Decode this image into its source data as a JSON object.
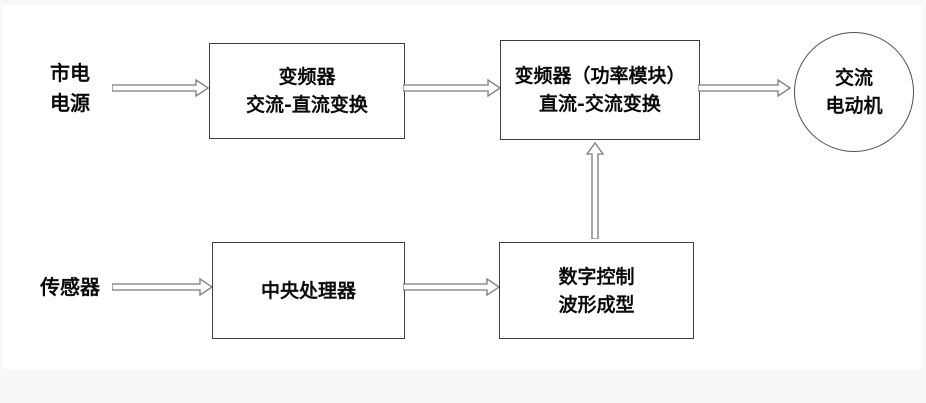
{
  "colors": {
    "page_bg": "#f8f8f8",
    "canvas_bg": "#ffffff",
    "box_border": "#3f3f3f",
    "arrow_outline": "#7a7a7a",
    "text": "#0a0a0a"
  },
  "diagram": {
    "nodes": {
      "mains_label": {
        "lines": [
          "市电",
          "电源"
        ]
      },
      "rectifier_box": {
        "lines": [
          "变频器",
          "交流-直流变换"
        ]
      },
      "inverter_box": {
        "lines": [
          "变频器（功率模块）",
          "直流-交流变换"
        ]
      },
      "motor_circle": {
        "lines": [
          "交流",
          "电动机"
        ]
      },
      "sensor_label": {
        "lines": [
          "传感器"
        ]
      },
      "cpu_box": {
        "lines": [
          "中央处理器"
        ]
      },
      "waveform_box": {
        "lines": [
          "数字控制",
          "波形成型"
        ]
      }
    }
  }
}
